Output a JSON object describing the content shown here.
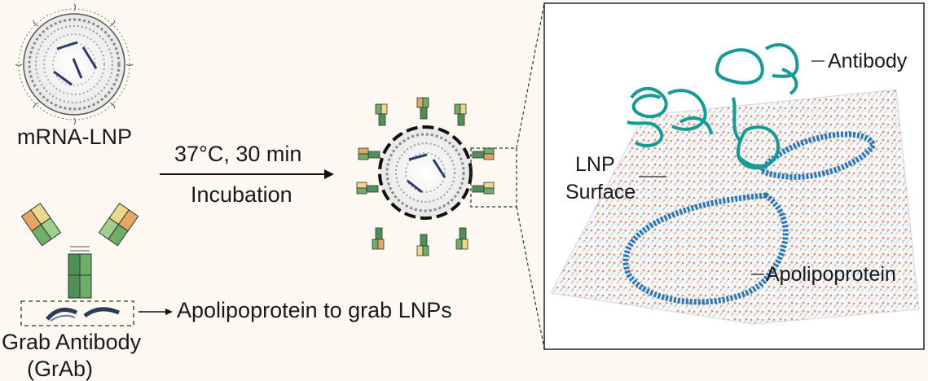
{
  "left": {
    "lnp_label": "mRNA-LNP",
    "arrow_top_label": "37°C, 30 min",
    "arrow_bottom_label": "Incubation",
    "grab_antibody_label": "Grab Antibody",
    "grab_antibody_abbrev": "(GrAb)",
    "apolipoprotein_callout": "Apolipoprotein to grab LNPs"
  },
  "panel": {
    "antibody_label": "Antibody",
    "lnp_surface_line1": "LNP",
    "lnp_surface_line2": "Surface",
    "apolipoprotein_label": "Apolipoprotein"
  },
  "colors": {
    "antibody_teal": "#159a94",
    "apolipoprotein_blue": "#2a78b8",
    "grab_green": "#6fae6a",
    "grab_dark_green": "#4f8f58",
    "grab_orange": "#e3a765",
    "grab_yellow": "#ead98a",
    "lipid_orange": "#e8926a",
    "lipid_grey": "#b9bec6"
  }
}
